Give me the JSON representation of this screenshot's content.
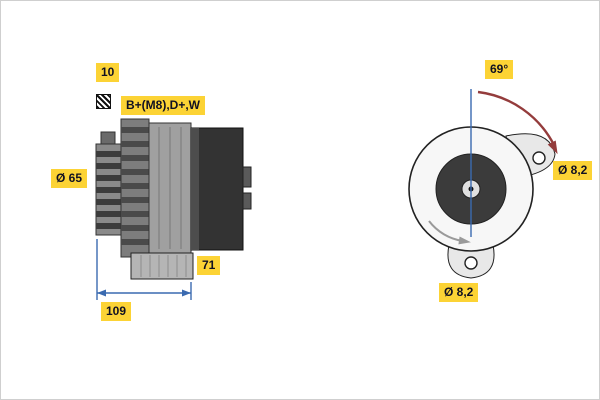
{
  "colors": {
    "canvas_bg": "#ffffff",
    "label_bg": "#fcd335",
    "label_text": "#101022",
    "dimension_blue": "#3a6ab0",
    "angle_arrow_red": "#943c3c",
    "drawing_dark": "#333333"
  },
  "side_view": {
    "labels": {
      "terminal_size": "10",
      "terminals": "B+(M8),D+,W",
      "pulley_diameter": "Ø 65",
      "foot_width": "71",
      "overall_length": "109"
    }
  },
  "rear_view": {
    "labels": {
      "mounting_angle": "69°",
      "hole_diameter_top": "Ø 8,2",
      "hole_diameter_bottom": "Ø 8,2"
    }
  }
}
